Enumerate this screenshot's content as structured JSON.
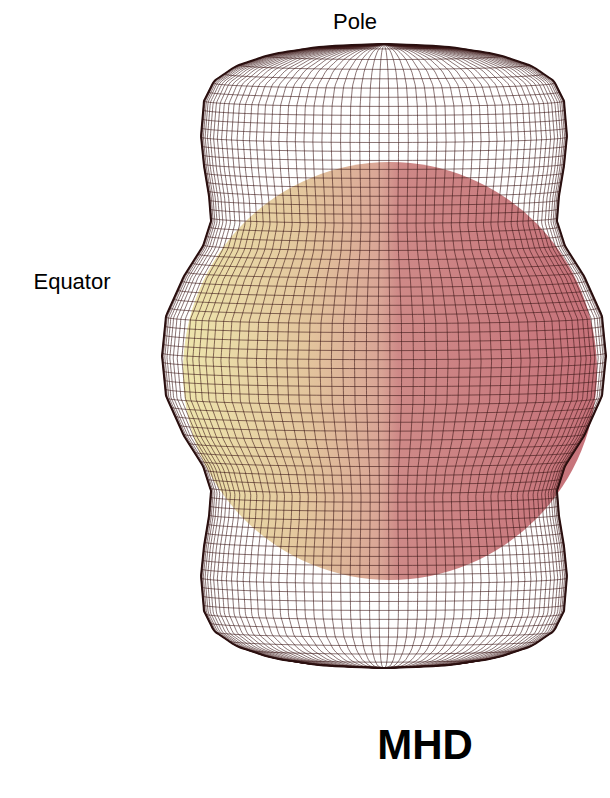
{
  "diagram": {
    "labels": [
      "Pole",
      "Equator",
      "MHD"
    ]
  }
}
